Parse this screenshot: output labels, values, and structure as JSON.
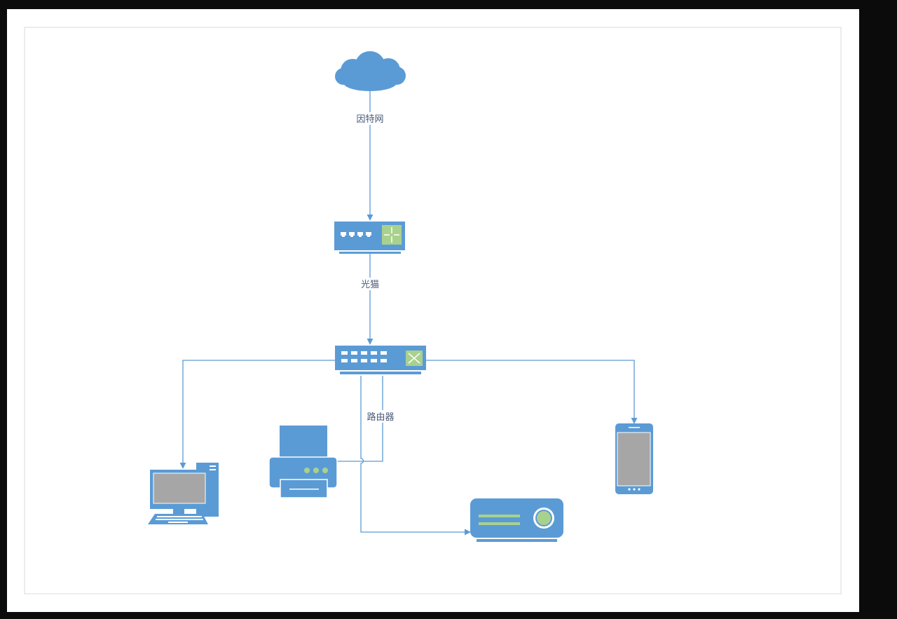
{
  "diagram": {
    "labels": {
      "internet": "因特网",
      "modem": "光猫",
      "router": "路由器"
    },
    "colors": {
      "background": "#0b0b0b",
      "page": "#ffffff",
      "page_border": "#d9d9d9",
      "device_blue": "#5b9bd5",
      "device_dark": "#4f8cc9",
      "accent_green": "#a9d18e",
      "screen_gray": "#a6a6a6",
      "line": "#5b9bd5",
      "label_text": "#4a5a78"
    },
    "nodes": [
      {
        "id": "cloud",
        "icon": "cloud-icon"
      },
      {
        "id": "modem",
        "icon": "modem-icon"
      },
      {
        "id": "router",
        "icon": "router-switch-icon"
      },
      {
        "id": "desktop",
        "icon": "desktop-computer-icon"
      },
      {
        "id": "printer",
        "icon": "printer-icon"
      },
      {
        "id": "projector",
        "icon": "projector-icon"
      },
      {
        "id": "phone",
        "icon": "smartphone-icon"
      }
    ]
  }
}
